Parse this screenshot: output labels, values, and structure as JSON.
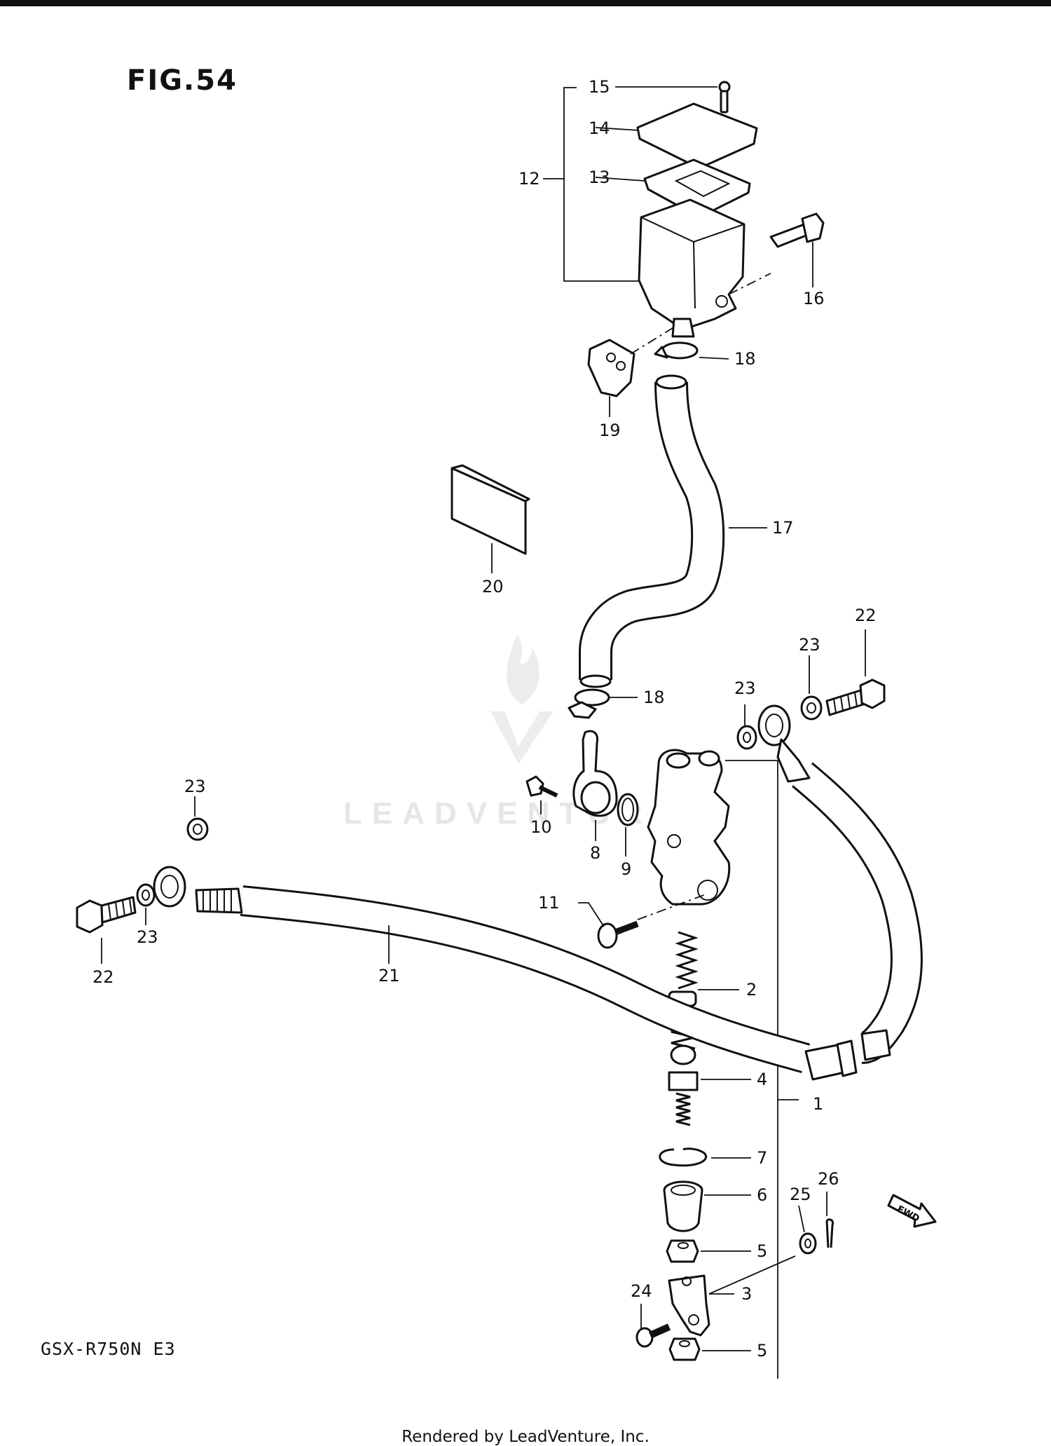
{
  "figure": {
    "title": "FIG.54"
  },
  "model_code": "GSX-R750N  E3",
  "footer": "Rendered by LeadVenture, Inc.",
  "watermark": {
    "text": "LEADVENTURE"
  },
  "fwd_arrow": {
    "label": "FWD"
  },
  "callouts": {
    "c1": "1",
    "c2": "2",
    "c3": "3",
    "c4": "4",
    "c5a": "5",
    "c5b": "5",
    "c6": "6",
    "c7": "7",
    "c8": "8",
    "c9": "9",
    "c10": "10",
    "c11": "11",
    "c12": "12",
    "c13": "13",
    "c14": "14",
    "c15": "15",
    "c16": "16",
    "c17": "17",
    "c18a": "18",
    "c18b": "18",
    "c19": "19",
    "c20": "20",
    "c21": "21",
    "c22a": "22",
    "c22b": "22",
    "c23a": "23",
    "c23b": "23",
    "c23c": "23",
    "c23d": "23",
    "c24": "24",
    "c25": "25",
    "c26": "26"
  }
}
